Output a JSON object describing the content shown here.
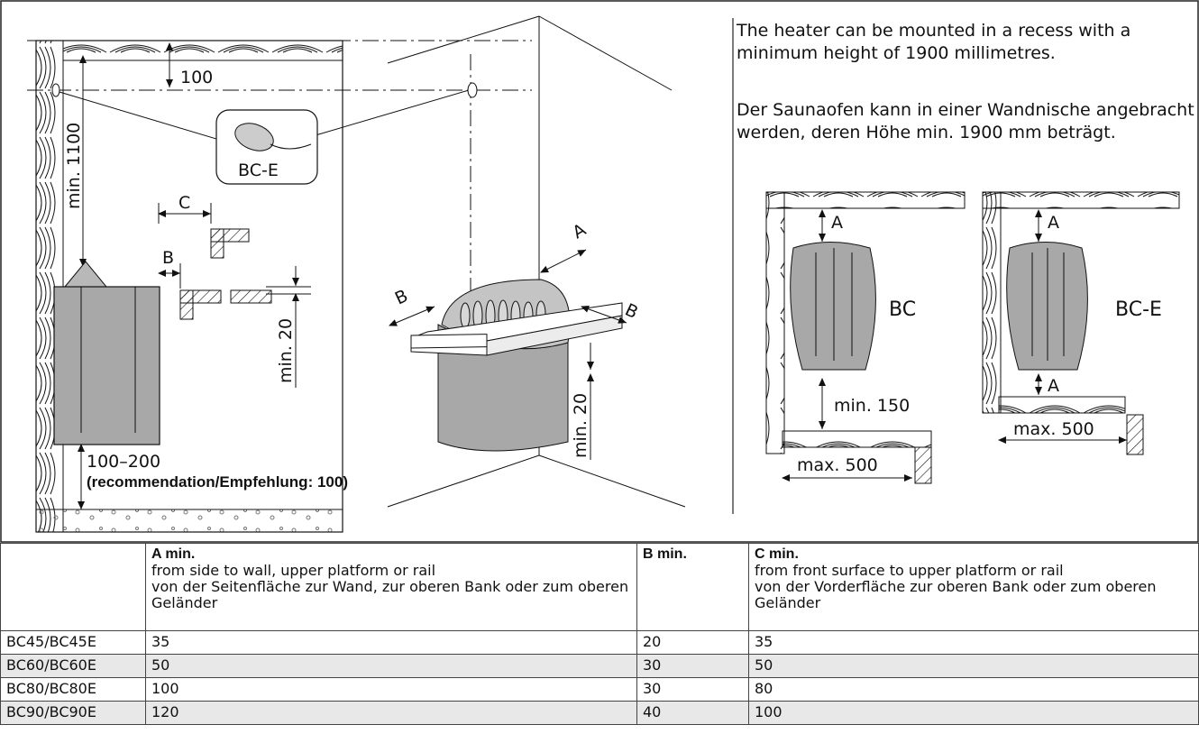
{
  "figure": {
    "left_labels": {
      "dim_100": "100",
      "dim_1100": "min. 1100",
      "controller": "BC-E",
      "dim_c": "C",
      "dim_b": "B",
      "dim_20": "min. 20",
      "dim_floor": "100–200",
      "dim_floor_note": "(recommendation/Empfehlung: 100)"
    },
    "mid_labels": {
      "dim_a": "A",
      "dim_b_left": "B",
      "dim_b_right": "B",
      "dim_20": "min. 20"
    },
    "right_labels": {
      "bc_title": "BC",
      "bce_title": "BC-E",
      "a_top_bc": "A",
      "a_top_bce": "A",
      "a_bottom_bce": "A",
      "min150": "min. 150",
      "max500_bc": "max. 500",
      "max500_bce": "max. 500"
    }
  },
  "notes": {
    "en": "The heater can be mounted in a recess with a minimum height of 1900 millimetres.",
    "de": "Der Saunaofen kann in einer Wandnische angebracht werden, deren Höhe min. 1900 mm beträgt."
  },
  "table": {
    "headers": {
      "a_title": "A min.",
      "a_line1": "from side to wall, upper platform or rail",
      "a_line2": "von der Seitenfläche zur Wand, zur oberen Bank oder zum oberen Geländer",
      "b_title": "B min.",
      "c_title": "C min.",
      "c_line1": "from front surface to upper platform or rail",
      "c_line2": "von der Vorderfläche zur oberen Bank oder zum oberen Geländer"
    },
    "rows": [
      {
        "model": "BC45/BC45E",
        "a": "35",
        "b": "20",
        "c": "35"
      },
      {
        "model": "BC60/BC60E",
        "a": "50",
        "b": "30",
        "c": "50"
      },
      {
        "model": "BC80/BC80E",
        "a": "100",
        "b": "30",
        "c": "80"
      },
      {
        "model": "BC90/BC90E",
        "a": "120",
        "b": "40",
        "c": "100"
      }
    ]
  },
  "colors": {
    "heater_fill": "#a8a8a8",
    "shade_row": "#e8e8e8",
    "line": "#111111"
  }
}
